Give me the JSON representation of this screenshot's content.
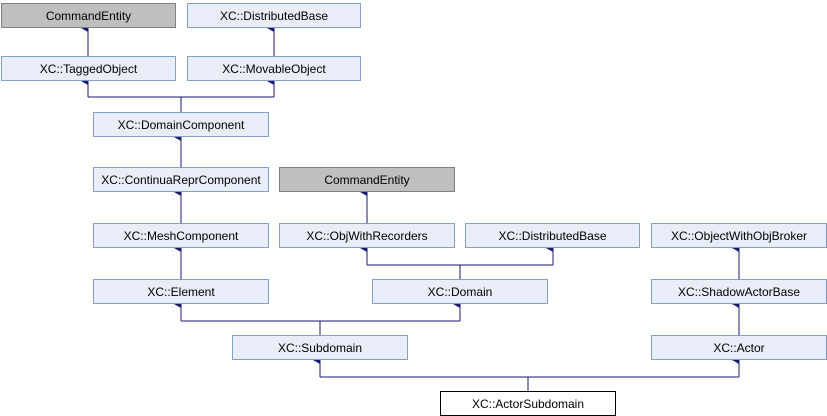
{
  "nodes": {
    "command_entity_top": "CommandEntity",
    "distributed_base_top": "XC::DistributedBase",
    "tagged_object": "XC::TaggedObject",
    "movable_object": "XC::MovableObject",
    "domain_component": "XC::DomainComponent",
    "continua_repr_component": "XC::ContinuaReprComponent",
    "command_entity_mid": "CommandEntity",
    "mesh_component": "XC::MeshComponent",
    "obj_with_recorders": "XC::ObjWithRecorders",
    "distributed_base_mid": "XC::DistributedBase",
    "object_with_obj_broker": "XC::ObjectWithObjBroker",
    "element": "XC::Element",
    "domain": "XC::Domain",
    "shadow_actor_base": "XC::ShadowActorBase",
    "subdomain": "XC::Subdomain",
    "actor": "XC::Actor",
    "actor_subdomain": "XC::ActorSubdomain"
  },
  "colors": {
    "edge": "#191970",
    "node_fill": "#e8edf7",
    "node_border": "#84a0c8",
    "external_fill": "#bfbfbf",
    "focus_fill": "#ffffff"
  }
}
